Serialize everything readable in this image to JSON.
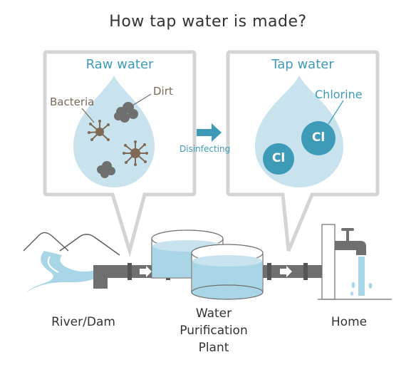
{
  "title": "How tap water is made?",
  "panels": {
    "raw": {
      "title": "Raw water",
      "bacteria_label": "Bacteria",
      "dirt_label": "Dirt"
    },
    "tap": {
      "title": "Tap water",
      "chlorine_label": "Chlorine",
      "cl_symbol": "Cl"
    }
  },
  "process": {
    "step_label": "Disinfecting"
  },
  "places": {
    "source": "River/Dam",
    "plant_lines": [
      "Water",
      "Purification",
      "Plant"
    ],
    "home": "Home"
  },
  "colors": {
    "water_drop": "#c9e3ee",
    "accent": "#3e9bb8",
    "panel_border": "#d7d7d7",
    "pipe": "#6f6f6f",
    "germ": "#7e6a56"
  }
}
